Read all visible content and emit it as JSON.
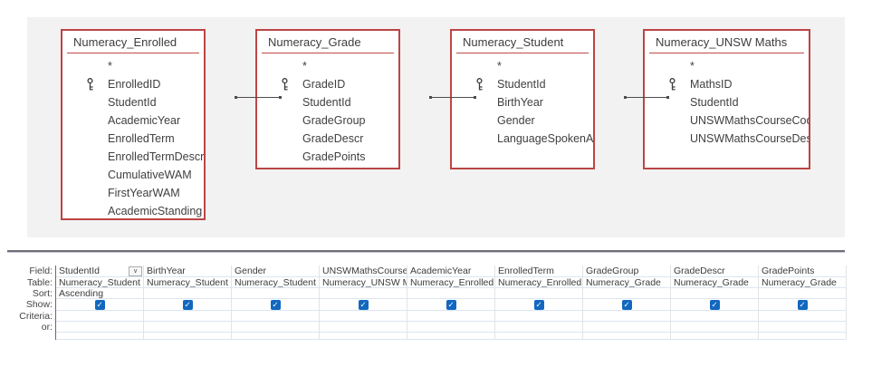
{
  "view": {
    "name": "query-design-view"
  },
  "diagram": {
    "tables": [
      {
        "name": "Numeracy_Enrolled",
        "key_field": "EnrolledID",
        "fields": [
          "*",
          "EnrolledID",
          "StudentId",
          "AcademicYear",
          "EnrolledTerm",
          "EnrolledTermDescr",
          "CumulativeWAM",
          "FirstYearWAM",
          "AcademicStanding"
        ]
      },
      {
        "name": "Numeracy_Grade",
        "key_field": "GradeID",
        "fields": [
          "*",
          "GradeID",
          "StudentId",
          "GradeGroup",
          "GradeDescr",
          "GradePoints"
        ]
      },
      {
        "name": "Numeracy_Student",
        "key_field": "StudentId",
        "fields": [
          "*",
          "StudentId",
          "BirthYear",
          "Gender",
          "LanguageSpokenAtHome"
        ]
      },
      {
        "name": "Numeracy_UNSW Maths",
        "key_field": "MathsID",
        "fields": [
          "*",
          "MathsID",
          "StudentId",
          "UNSWMathsCourseCode",
          "UNSWMathsCourseDescr"
        ]
      }
    ],
    "joins": [
      {
        "between": [
          "Numeracy_Enrolled",
          "Numeracy_Grade"
        ]
      },
      {
        "between": [
          "Numeracy_Grade",
          "Numeracy_Student"
        ]
      },
      {
        "between": [
          "Numeracy_Student",
          "Numeracy_UNSW Maths"
        ]
      }
    ]
  },
  "grid": {
    "row_labels": [
      "Field:",
      "Table:",
      "Sort:",
      "Show:",
      "Criteria:",
      "or:"
    ],
    "columns": [
      {
        "field": "StudentId",
        "table": "Numeracy_Student",
        "sort": "Ascending",
        "show": true,
        "has_dropdown": true
      },
      {
        "field": "BirthYear",
        "table": "Numeracy_Student",
        "sort": "",
        "show": true,
        "has_dropdown": false
      },
      {
        "field": "Gender",
        "table": "Numeracy_Student",
        "sort": "",
        "show": true,
        "has_dropdown": false
      },
      {
        "field": "UNSWMathsCourseCode",
        "table": "Numeracy_UNSW Maths",
        "sort": "",
        "show": true,
        "has_dropdown": false
      },
      {
        "field": "AcademicYear",
        "table": "Numeracy_Enrolled",
        "sort": "",
        "show": true,
        "has_dropdown": false
      },
      {
        "field": "EnrolledTerm",
        "table": "Numeracy_Enrolled",
        "sort": "",
        "show": true,
        "has_dropdown": false
      },
      {
        "field": "GradeGroup",
        "table": "Numeracy_Grade",
        "sort": "",
        "show": true,
        "has_dropdown": false
      },
      {
        "field": "GradeDescr",
        "table": "Numeracy_Grade",
        "sort": "",
        "show": true,
        "has_dropdown": false
      },
      {
        "field": "GradePoints",
        "table": "Numeracy_Grade",
        "sort": "",
        "show": true,
        "has_dropdown": false
      }
    ],
    "checkmark_glyph": "✓",
    "dropdown_glyph": "∨"
  },
  "colors": {
    "table_border": "#bc4545",
    "title_underline": "#c24a4a",
    "pane_background": "#f2f2f2",
    "splitter": "#6e6e78",
    "checkbox_blue": "#1268bf",
    "join_line": "#4d4d4d",
    "grid_line_horizontal": "#dde5f1",
    "grid_line_vertical": "#e3e3e3"
  }
}
